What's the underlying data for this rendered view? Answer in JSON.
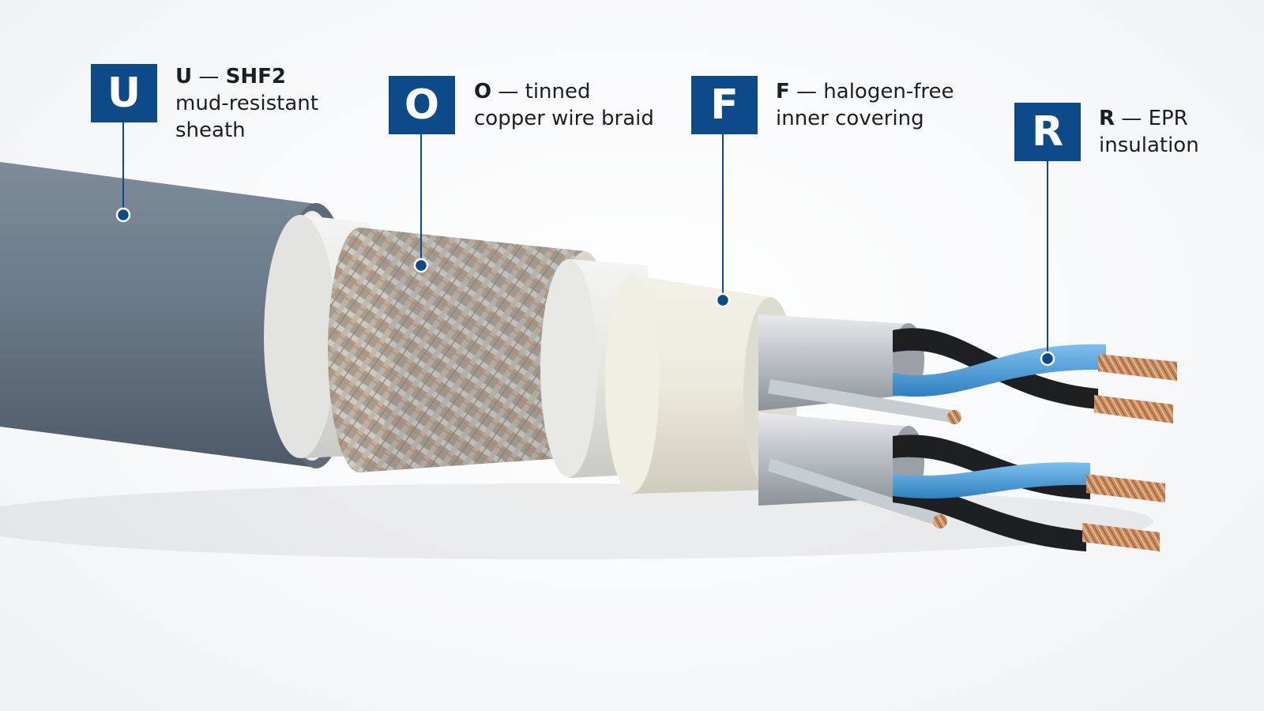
{
  "colors": {
    "badge": "#0d4a8a",
    "sheath": "#6b7a8a",
    "braid": "#b9b2a6",
    "copper": "#c98a5c",
    "inner_covering": "#ece9dd",
    "foil": "#c9cdd2",
    "conductor_black": "#1d1f22",
    "conductor_blue": "#4a9fdc"
  },
  "labels": [
    {
      "id": "u",
      "letter": "U",
      "code": "U",
      "dash": "—",
      "line1": "SHF2",
      "line2": "mud-resistant",
      "line3": "sheath"
    },
    {
      "id": "o",
      "letter": "O",
      "code": "O",
      "dash": "—",
      "line1": "tinned",
      "line2": "copper wire braid"
    },
    {
      "id": "f",
      "letter": "F",
      "code": "F",
      "dash": "—",
      "line1": "halogen-free",
      "line2": "inner covering"
    },
    {
      "id": "r",
      "letter": "R",
      "code": "R",
      "dash": "—",
      "line1": "EPR",
      "line2": "insulation"
    }
  ]
}
